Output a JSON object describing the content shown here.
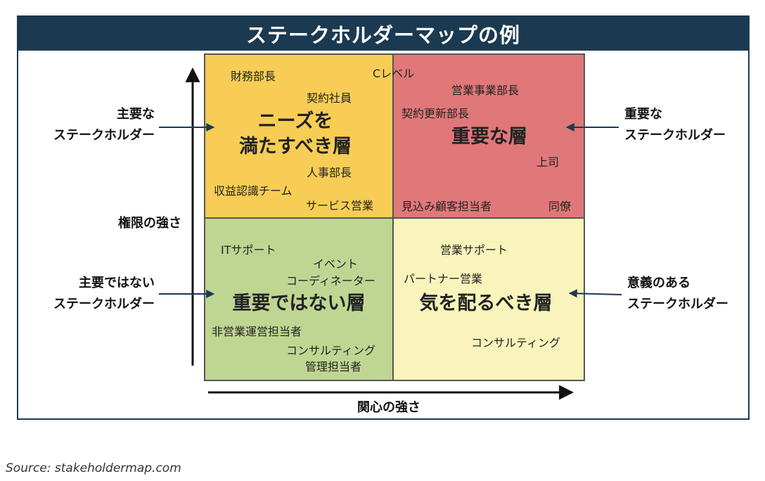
{
  "title": "ステークホルダーマップの例",
  "axes": {
    "y_label": "権限の強さ",
    "x_label": "関心の強さ"
  },
  "side_labels": {
    "left_top": [
      "主要な",
      "ステークホルダー"
    ],
    "left_bottom": [
      "主要ではない",
      "ステークホルダー"
    ],
    "right_top": [
      "重要な",
      "ステークホルダー"
    ],
    "right_bottom": [
      "意義のある",
      "ステークホルダー"
    ]
  },
  "quadrants": {
    "top_left": {
      "title_lines": [
        "ニーズを",
        "満たすべき層"
      ],
      "color": "#f7cd55",
      "items": [
        "財務部長",
        "契約社員",
        "人事部長",
        "収益認識チーム",
        "サービス営業"
      ]
    },
    "top_right": {
      "title_lines": [
        "重要な層"
      ],
      "color": "#e0787a",
      "items": [
        "Cレベル",
        "営業事業部長",
        "契約更新部長",
        "上司",
        "見込み顧客担当者",
        "同僚"
      ]
    },
    "bottom_left": {
      "title_lines": [
        "重要ではない層"
      ],
      "color": "#bfd693",
      "items": [
        "ITサポート",
        "イベント",
        "コーディネーター",
        "非営業運営担当者",
        "コンサルティング",
        "管理担当者"
      ]
    },
    "bottom_right": {
      "title_lines": [
        "気を配るべき層"
      ],
      "color": "#f8f4bb",
      "items": [
        "営業サポート",
        "パートナー営業",
        "コンサルティング"
      ]
    }
  },
  "source": "Source: stakeholdermap.com"
}
